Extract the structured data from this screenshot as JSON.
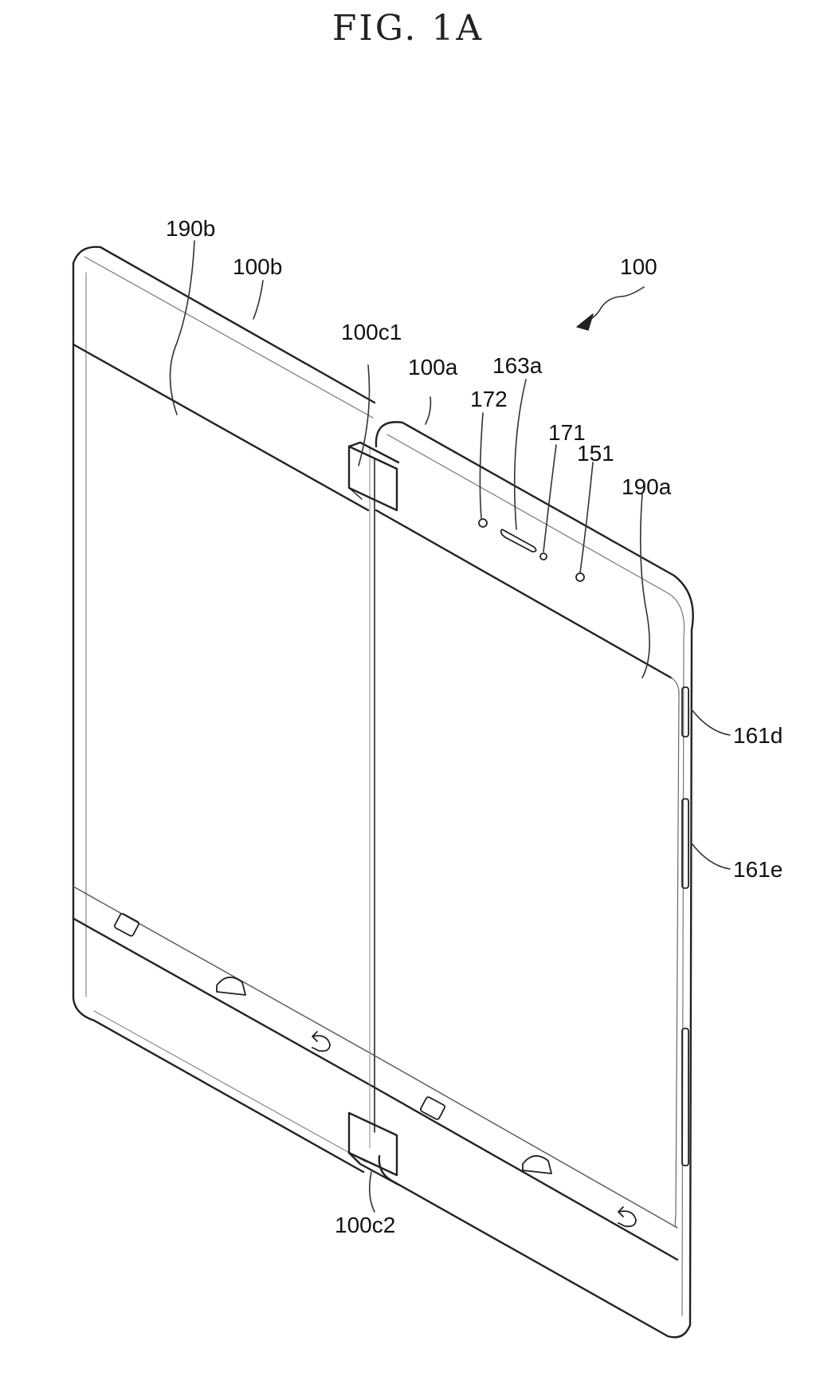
{
  "figure": {
    "title": "FIG. 1A"
  },
  "labels": {
    "device": "100",
    "first_housing": "100a",
    "second_housing": "100b",
    "first_hinge": "100c1",
    "second_hinge": "100c2",
    "display_a": "190a",
    "display_b": "190b",
    "speaker": "163a",
    "sensor_a": "172",
    "sensor_b": "171",
    "camera": "151",
    "side_button_upper": "161d",
    "side_button_lower": "161e"
  },
  "colors": {
    "line": "#222222",
    "thin_line": "#555555",
    "paper": "#ffffff"
  },
  "icons": [
    "recent-apps-icon",
    "home-icon",
    "back-icon"
  ]
}
